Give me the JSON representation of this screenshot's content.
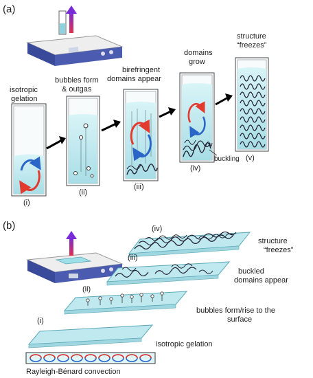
{
  "panel_a": {
    "label": "(a)",
    "stages": [
      {
        "roman": "(i)",
        "caption": [
          "isotropic",
          "gelation"
        ]
      },
      {
        "roman": "(ii)",
        "caption": [
          "bubbles form",
          "& outgas"
        ]
      },
      {
        "roman": "(iii)",
        "caption": [
          "birefringent",
          "domains appear"
        ]
      },
      {
        "roman": "(iv)",
        "caption": [
          "domains",
          "grow"
        ]
      },
      {
        "roman": "(v)",
        "caption": [
          "structure",
          "“freezes”"
        ]
      }
    ],
    "buckling_label": "buckling"
  },
  "panel_b": {
    "label": "(b)",
    "layers": [
      {
        "roman": "(iv)",
        "caption": [
          "structure",
          "“freezes”"
        ]
      },
      {
        "roman": "(iii)",
        "caption": [
          "buckled",
          "domains appear"
        ]
      },
      {
        "roman": "(ii)",
        "caption": [
          "bubbles form/rise to the",
          "surface"
        ]
      },
      {
        "roman": "(i)",
        "caption": [
          "isotropic gelation"
        ]
      }
    ],
    "convection_label": "Rayleigh-Bénard convection"
  },
  "colors": {
    "gel": "#bfe9ef",
    "gel_edge": "#5aa9b8",
    "warm": "#e23a2e",
    "cool": "#2a66c8",
    "arrow_top": "#7a2bd8",
    "arrow_bottom": "#e0304a"
  }
}
